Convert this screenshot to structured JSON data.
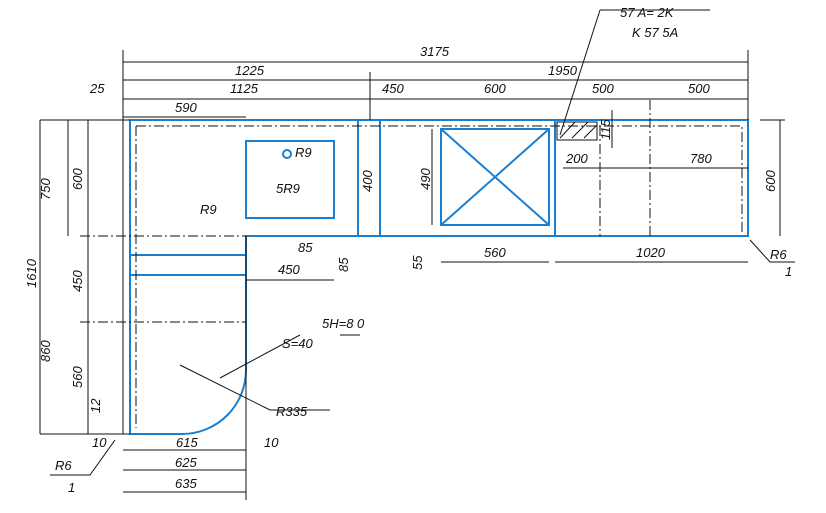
{
  "colors": {
    "outline": "#1a7fd0",
    "dims": "#111111"
  },
  "callout_top": {
    "line1": "57  A= 2K",
    "line2": "K 57      5A"
  },
  "dims": {
    "total": "3175",
    "left_1225": "1225",
    "right_1950": "1950",
    "d25": "25",
    "d1125": "1125",
    "d450_top": "450",
    "d600_top": "600",
    "d500_a": "500",
    "d500_b": "500",
    "d590": "590",
    "r9_sink": "R9",
    "sink_label": "5R9",
    "d400": "400",
    "d490": "490",
    "d115": "115",
    "d200": "200",
    "d780": "780",
    "d600_right": "600",
    "d750": "750",
    "d600_left": "600",
    "d1610": "1610",
    "d450_left": "450",
    "d860": "860",
    "d560_left": "560",
    "d12": "12",
    "r9_corner": "R9",
    "d85_h": "85",
    "d450_mid": "450",
    "d85_v": "85",
    "d55": "55",
    "d560_hob": "560",
    "d1020": "1020",
    "r6_right": "R6",
    "r6_right_n": "1",
    "d10_left": "10",
    "d615": "615",
    "d10_right": "10",
    "d625": "625",
    "d635": "635",
    "r6_left": "R6",
    "r6_left_n": "1",
    "note_sh": "5H=8 0",
    "note_s": "S=40",
    "r335": "R335"
  }
}
